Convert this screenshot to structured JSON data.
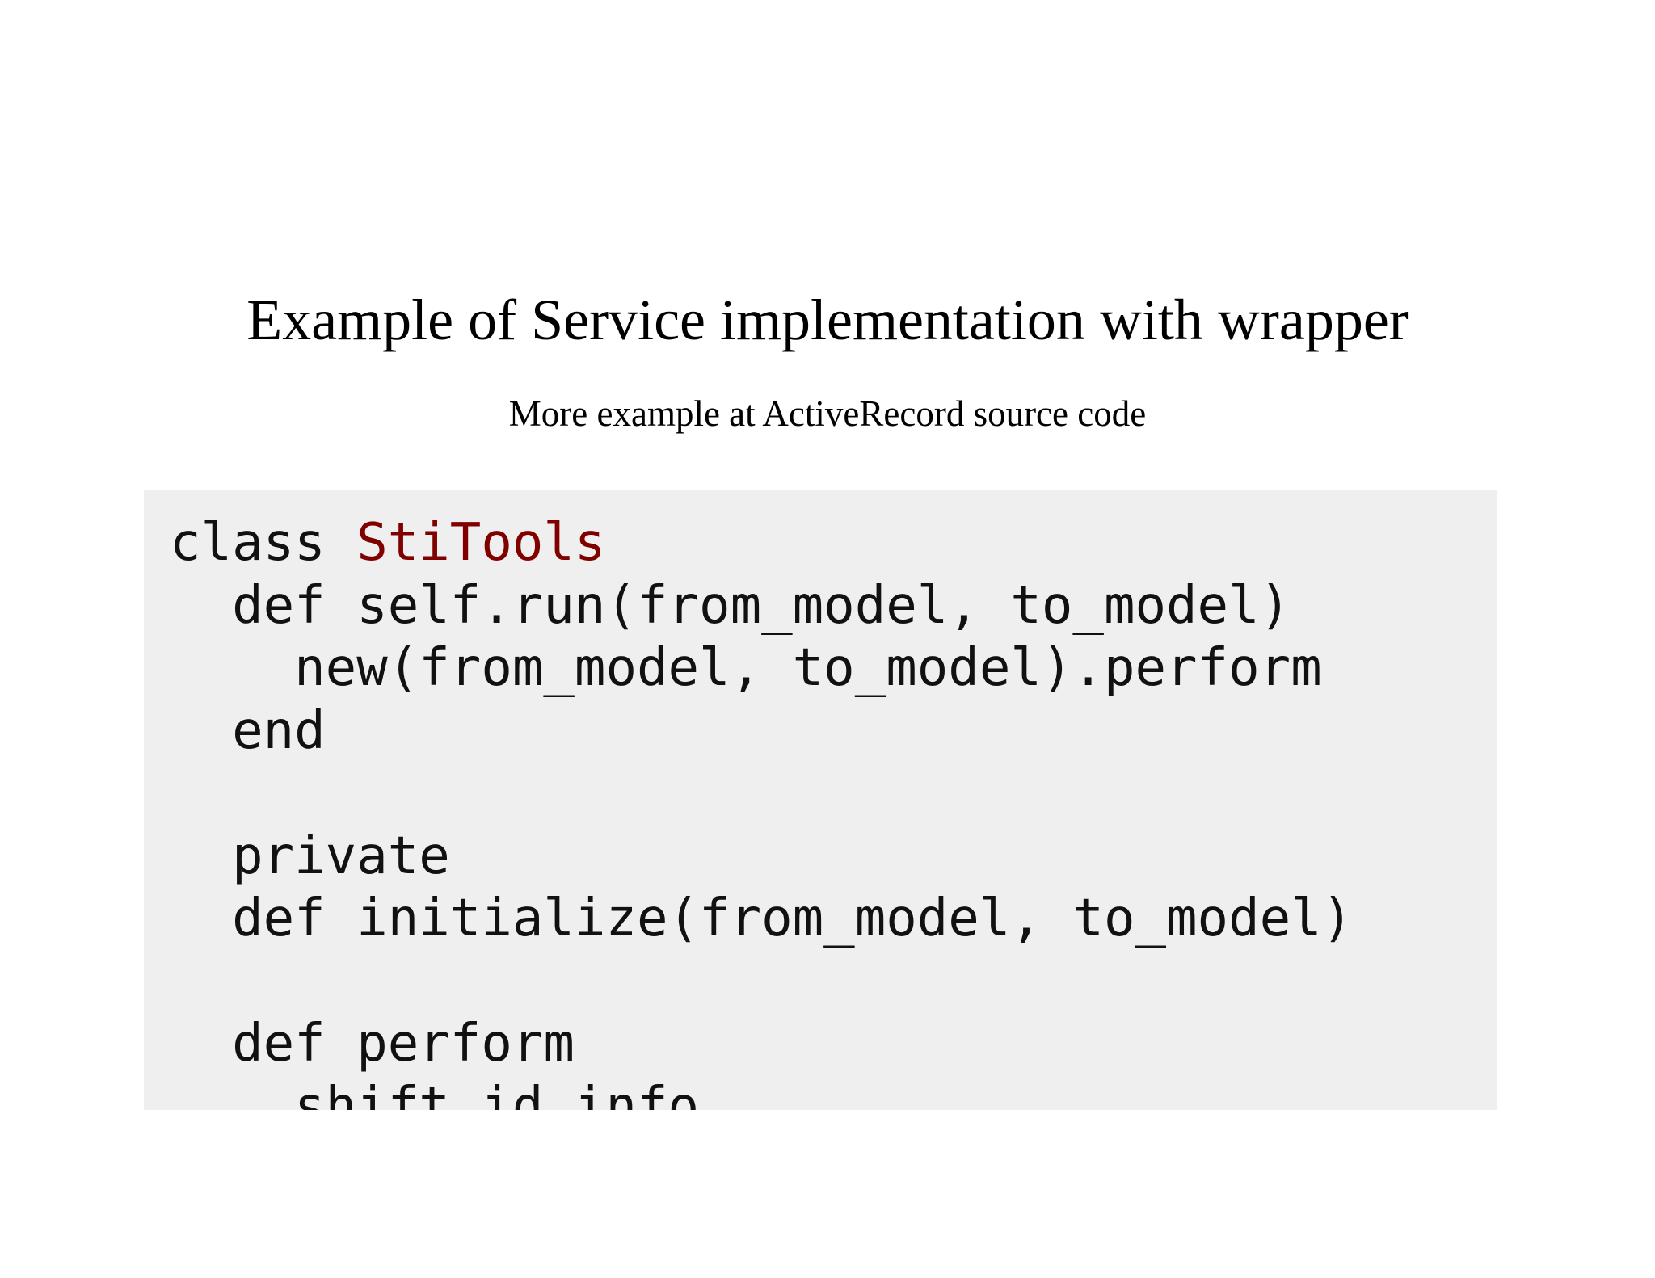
{
  "slide": {
    "title": "Example of Service implementation with wrapper",
    "subtitle": "More example at ActiveRecord source code"
  },
  "code": {
    "line_1_keyword": "class ",
    "line_1_class_name": "StiTools",
    "line_2": "  def self.run(from_model, to_model)",
    "line_3": "    new(from_model, to_model).perform",
    "line_4": "  end",
    "line_5": "",
    "line_6": "  private",
    "line_7": "  def initialize(from_model, to_model)",
    "line_8": "",
    "line_9": "  def perform",
    "line_10": "    shift_id_info"
  },
  "colors": {
    "code_background": "#f0efef",
    "class_name": "#800000",
    "text": "#111111"
  }
}
